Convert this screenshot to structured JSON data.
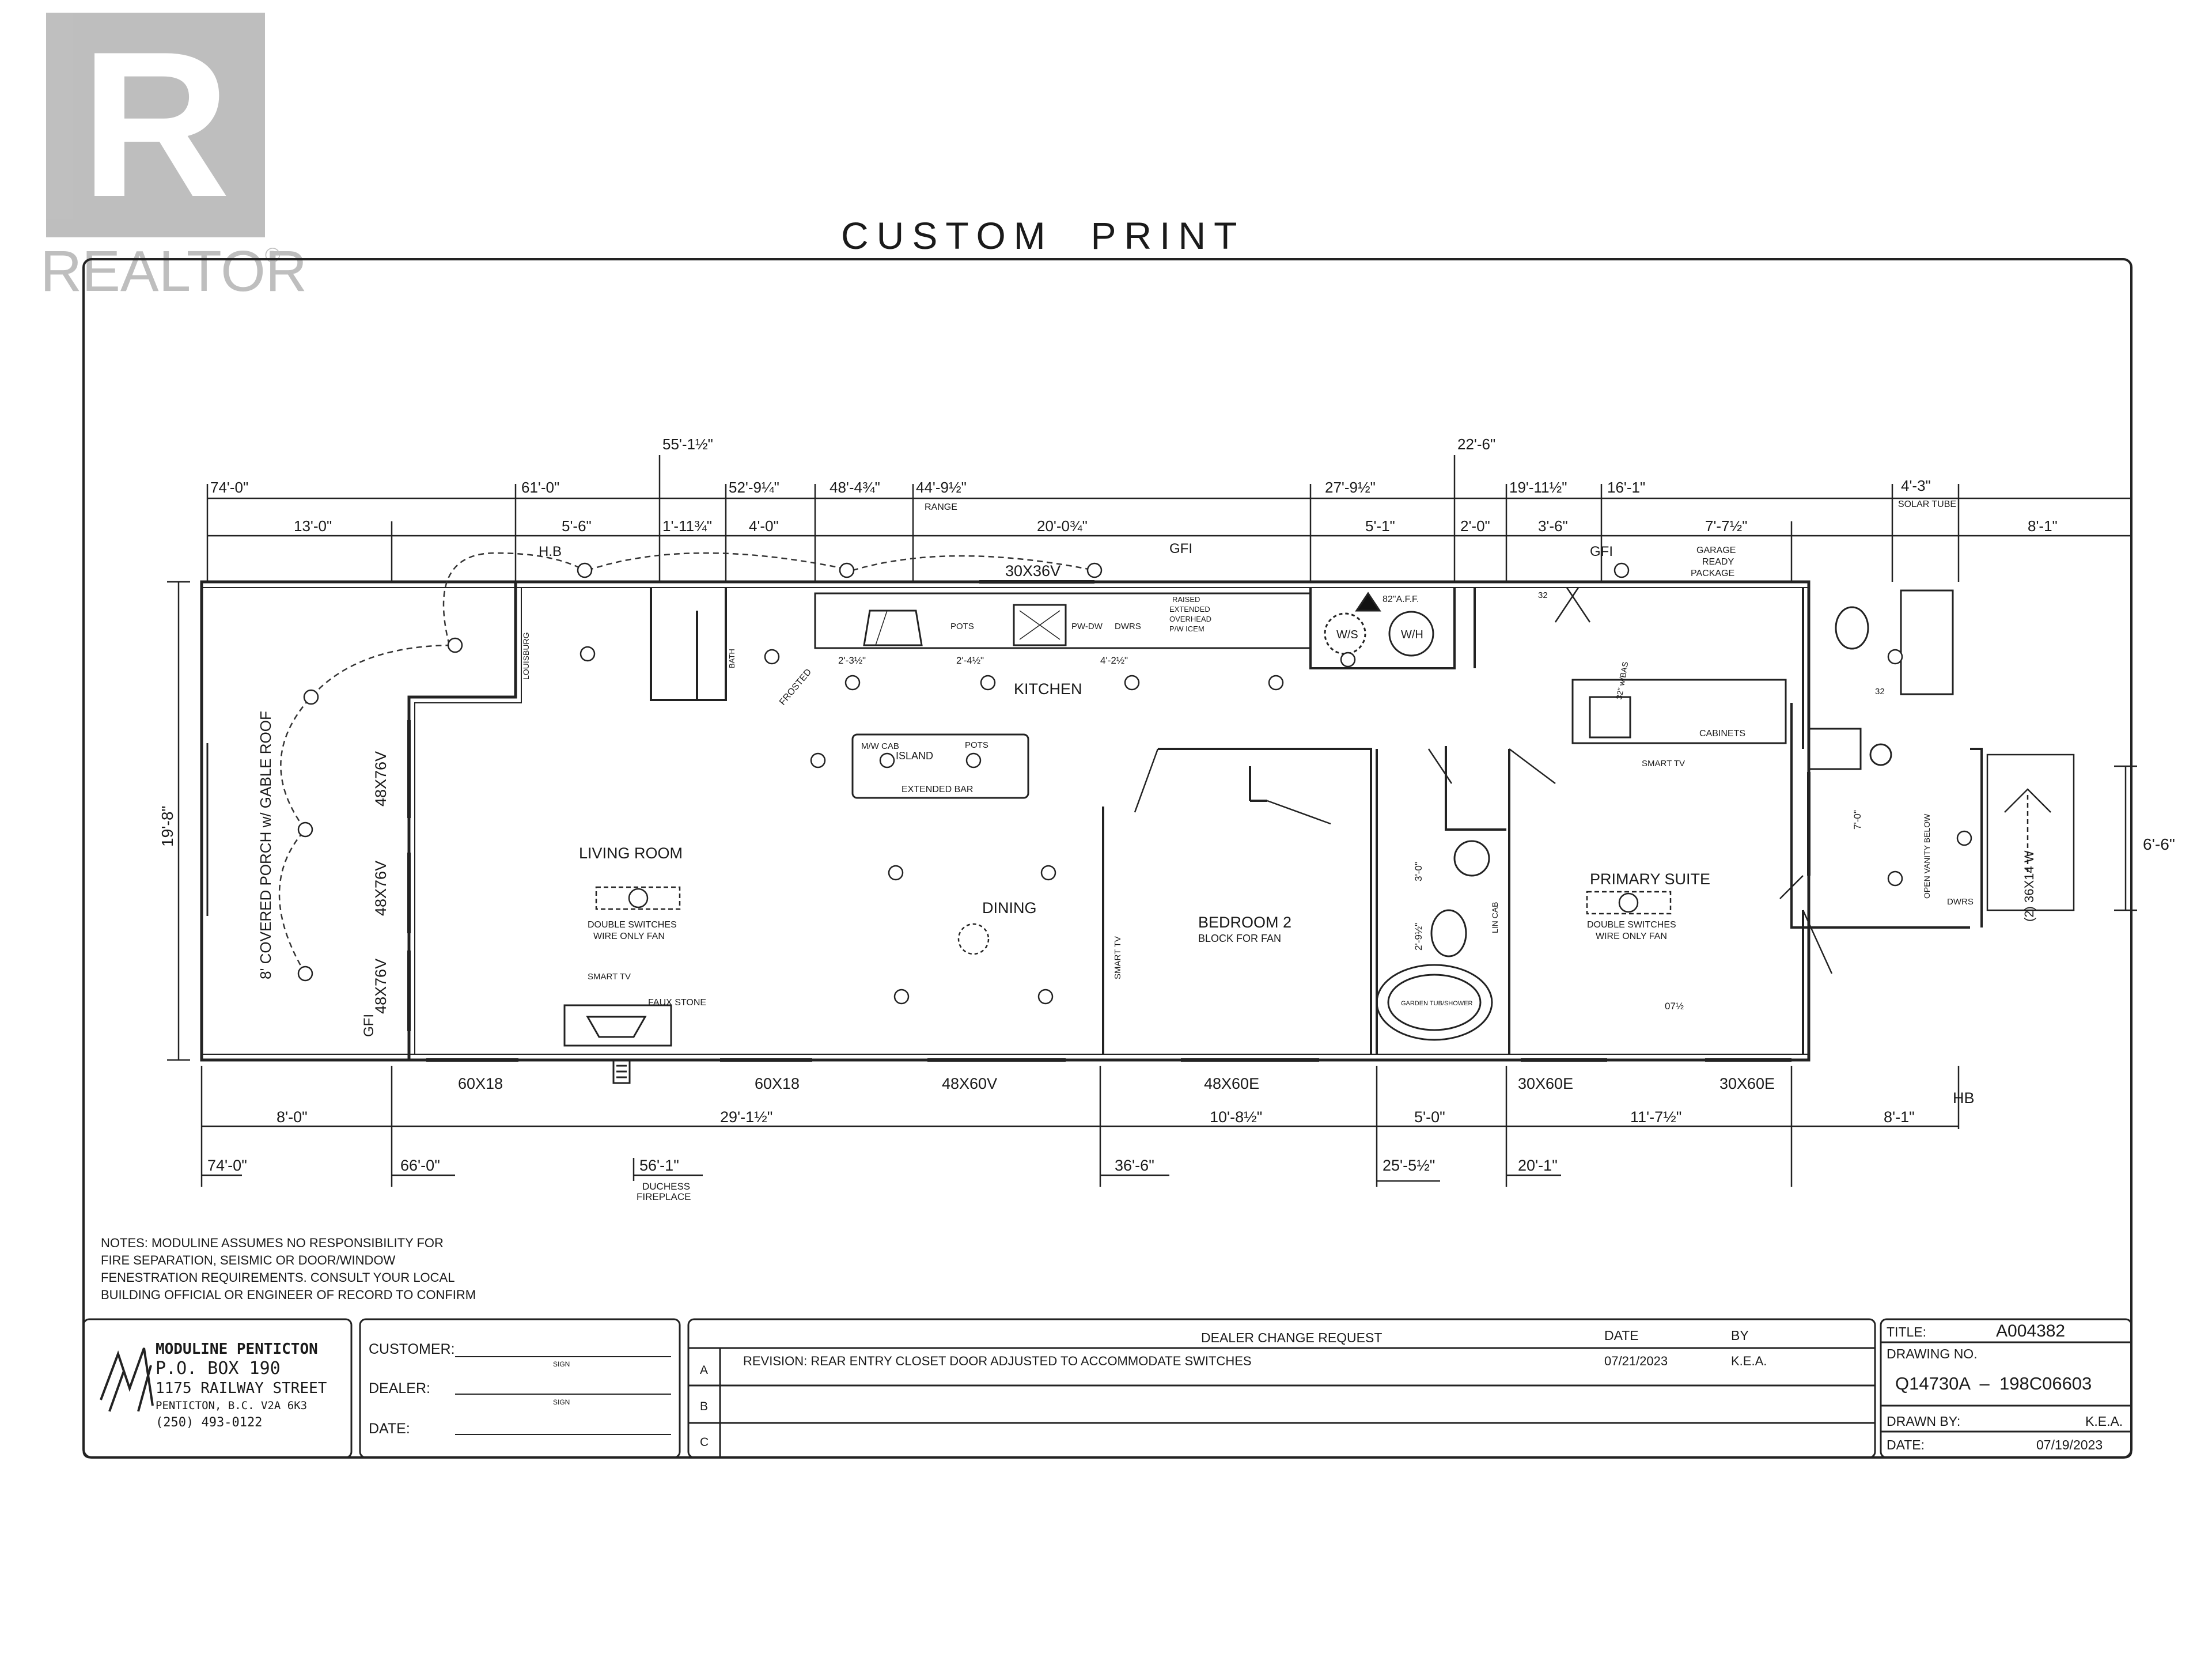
{
  "watermark": {
    "text": "REALTOR",
    "registered_mark": "®",
    "logo_letter": "R"
  },
  "title": "CUSTOM  PRINT",
  "top_dimensions": {
    "upper": [
      "74'-0\"",
      "61'-0\"",
      "55'-1½\"",
      "52'-9¼\"",
      "48'-4¾\"",
      "44'-9½\"",
      "27'-9½\"",
      "22'-6\"",
      "19'-11½\"",
      "16'-1\"",
      "4'-3\""
    ],
    "range_label": "RANGE",
    "solar_tube_label": "SOLAR TUBE",
    "lower": [
      "13'-0\"",
      "5'-6\"",
      "1'-11¾\"",
      "4'-0\"",
      "20'-0¾\"",
      "5'-1\"",
      "2'-0\"",
      "3'-6\"",
      "7'-7½\"",
      "8'-1\""
    ]
  },
  "bottom_dimensions": {
    "windows": [
      "60X18",
      "60X18",
      "48X60V",
      "48X60E",
      "30X60E",
      "30X60E"
    ],
    "spans": [
      "8'-0\"",
      "29'-1½\"",
      "10'-8½\"",
      "5'-0\"",
      "11'-7½\"",
      "8'-1\""
    ],
    "positions": [
      "74'-0\"",
      "66'-0\"",
      "56'-1\"",
      "36'-6\"",
      "25'-5½\"",
      "20'-1\""
    ],
    "fireplace_label_1": "DUCHESS",
    "fireplace_label_2": "FIREPLACE",
    "hose_bib": "HB"
  },
  "side_dimensions": {
    "left": "19'-8\"",
    "right": "6'-6\""
  },
  "plan_labels": {
    "porch": "8' COVERED PORCH w/ GABLE ROOF",
    "living_room": "LIVING ROOM",
    "living_fan_1": "DOUBLE SWITCHES",
    "living_fan_2": "WIRE ONLY FAN",
    "dining": "DINING",
    "kitchen": "KITCHEN",
    "island": "ISLAND",
    "island_cab": "M/W CAB",
    "island_pots": "POTS",
    "extended_bar": "EXTENDED BAR",
    "bedroom2": "BEDROOM 2",
    "bedroom2_fan": "BLOCK FOR FAN",
    "primary_suite": "PRIMARY SUITE",
    "primary_fan_1": "DOUBLE SWITCHES",
    "primary_fan_2": "WIRE ONLY FAN",
    "window_30x36": "30X36V",
    "window_48x76": "48X76V",
    "window_right": "(2) 36X14 W",
    "smart_tv": "SMART TV",
    "faux_stone": "FAUX STONE",
    "gfi": "GFI",
    "hb": "H.B",
    "pots": "POTS",
    "pw_dw": "PW-DW",
    "dwrs": "DWRS",
    "raised_overhead": [
      "RAISED",
      "EXTENDED",
      "OVERHEAD",
      "P/W ICEM"
    ],
    "ws": "W/S",
    "wh": "W/H",
    "afc": "82\"A.F.F.",
    "garage": [
      "GARAGE",
      "READY",
      "PACKAGE"
    ],
    "cabinets": "CABINETS",
    "bath": "BATH",
    "frosted": "FROSTED",
    "louisburg": "LOUISBURG",
    "soaker": "GARDEN TUB/SHOWER",
    "open_vanity": "OPEN VANITY BELOW",
    "lin_cab": "LIN CAB",
    "dims_small": [
      "2'-3½\"",
      "2'-4½\"",
      "4'-2½\"",
      "3'-0\"",
      "2'-9½\"",
      "7'-0\"",
      "07½",
      "32",
      "32",
      "32\" w/BAS"
    ]
  },
  "notes": [
    "NOTES:    MODULINE ASSUMES NO RESPONSIBILITY FOR",
    "FIRE SEPARATION, SEISMIC OR DOOR/WINDOW",
    "FENESTRATION REQUIREMENTS. CONSULT YOUR LOCAL",
    "BUILDING OFFICIAL OR ENGINEER OF RECORD TO CONFIRM"
  ],
  "company": {
    "name": "MODULINE PENTICTON",
    "po_box": "P.O. BOX 190",
    "street": "1175 RAILWAY STREET",
    "city": "PENTICTON, B.C. V2A 6K3",
    "phone": "(250) 493-0122"
  },
  "signoff": {
    "customer_label": "CUSTOMER:",
    "dealer_label": "DEALER:",
    "date_label": "DATE:",
    "sign_hint": "SIGN"
  },
  "change_request": {
    "header": "DEALER CHANGE REQUEST",
    "date_header": "DATE",
    "by_header": "BY",
    "rows": [
      {
        "letter": "A",
        "text": "REVISION: REAR ENTRY CLOSET DOOR ADJUSTED TO ACCOMMODATE SWITCHES",
        "date": "07/21/2023",
        "by": "K.E.A."
      },
      {
        "letter": "B",
        "text": "",
        "date": "",
        "by": ""
      },
      {
        "letter": "C",
        "text": "",
        "date": "",
        "by": ""
      }
    ]
  },
  "title_block": {
    "title_label": "TITLE:",
    "title_value": "A004382",
    "drawing_label": "DRAWING NO.",
    "drawing_value": "Q14730A  –  198C06603",
    "drawn_by_label": "DRAWN BY:",
    "drawn_by_value": "K.E.A.",
    "date_label": "DATE:",
    "date_value": "07/19/2023"
  }
}
